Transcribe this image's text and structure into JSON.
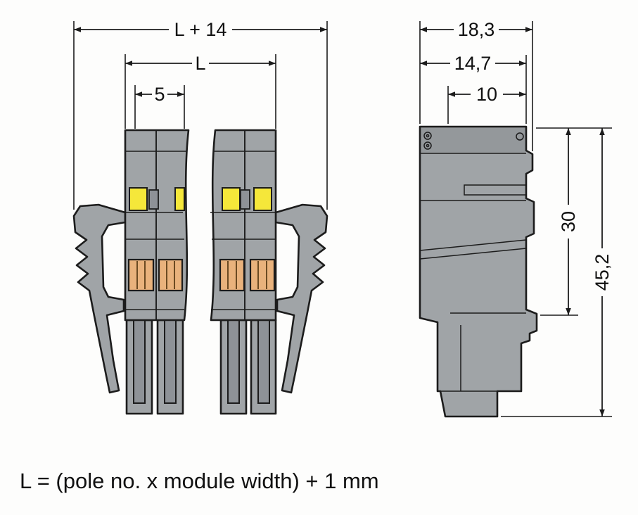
{
  "drawing_title": "connector-dimension-drawing",
  "front_view": {
    "dim_overall_width": "L + 14",
    "dim_body_width": "L",
    "dim_module_width": "5"
  },
  "side_view": {
    "dim_depth_overall": "18,3",
    "dim_depth_mid": "14,7",
    "dim_depth_inner": "10",
    "dim_height_upper": "30",
    "dim_height_overall": "45,2"
  },
  "footer": {
    "formula": "L = (pole no. x module width) + 1 mm"
  },
  "colors": {
    "body_gray": "#a0a4a7",
    "accent_yellow": "#f5e73a",
    "accent_orange": "#e9b27c",
    "line": "#1c1c1c",
    "bg": "#fdfdfc"
  }
}
